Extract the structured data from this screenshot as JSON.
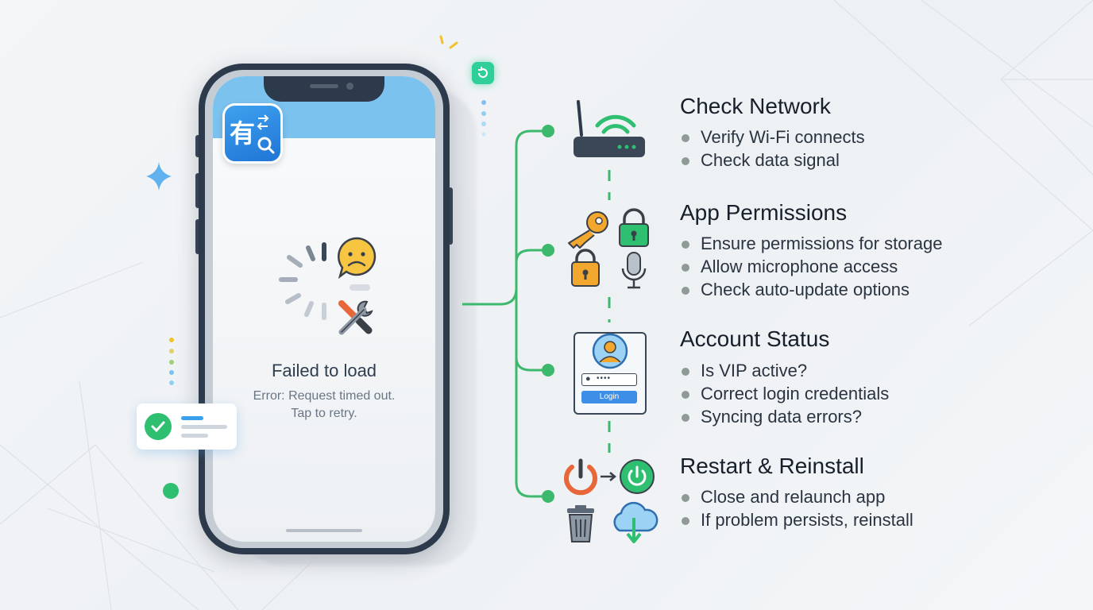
{
  "colors": {
    "accent_green": "#3cb96c",
    "connector_green": "#3cb96c",
    "phone_dark": "#2c3a4b",
    "screen_header_blue": "#7cc2ef",
    "app_icon_blue": "#2a8be4"
  },
  "phone": {
    "app_icon_name": "dictionary-app-icon",
    "app_icon_glyph": "有",
    "error": {
      "title": "Failed to load",
      "message_line1": "Error: Request timed out.",
      "message_line2": "Tap to retry.",
      "icons": [
        "loading-spinner-icon",
        "sad-face-icon",
        "wrench-screwdriver-icon"
      ]
    }
  },
  "sections": [
    {
      "title": "Check Network",
      "icon": "wifi-router-icon",
      "bullets": [
        "Verify Wi-Fi connects",
        "Check data signal"
      ]
    },
    {
      "title": "App Permissions",
      "icon": "key-lock-microphone-icons",
      "bullets": [
        "Ensure permissions for storage",
        "Allow microphone access",
        "Check auto-update options"
      ]
    },
    {
      "title": "Account Status",
      "icon": "login-card-icon",
      "login_button": "Login",
      "password_mask": "••••",
      "bullets": [
        "Is VIP active?",
        "Correct login credentials",
        "Syncing data errors?"
      ]
    },
    {
      "title": "Restart & Reinstall",
      "icon": "power-trash-cloud-icons",
      "bullets": [
        "Close and relaunch app",
        "If problem persists, reinstall"
      ]
    }
  ]
}
